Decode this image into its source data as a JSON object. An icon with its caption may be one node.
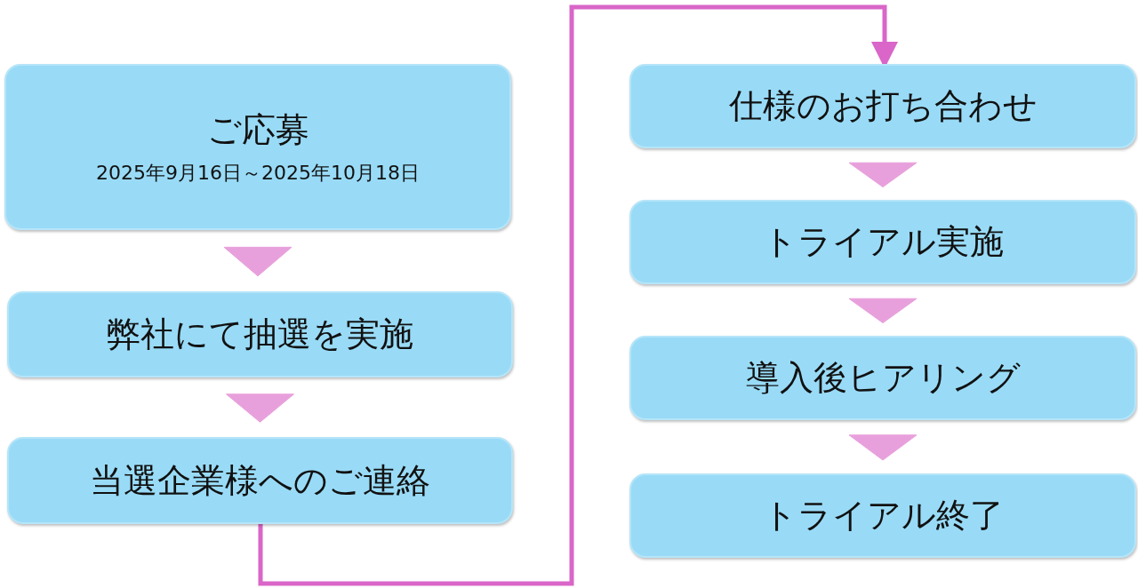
{
  "diagram": {
    "nodes": [
      {
        "text": [
          "ご応募",
          "2025年9月16日～2025年10月18日"
        ]
      },
      {
        "text": [
          "弊社にて抽選を実施"
        ]
      },
      {
        "text": [
          "当選企業様へのご連絡"
        ]
      },
      {
        "text": [
          "仕様のお打ち合わせ"
        ]
      },
      {
        "text": [
          "トライアル実施"
        ]
      },
      {
        "text": [
          "導入後ヒアリング"
        ]
      },
      {
        "text": [
          "トライアル終了"
        ]
      }
    ],
    "edges": [
      {
        "from": 0,
        "to": 1,
        "arrow": "to"
      },
      {
        "from": 1,
        "to": 2,
        "arrow": "to"
      },
      {
        "from": 2,
        "to": 3,
        "arrow": "to",
        "color": "#d966c8"
      },
      {
        "from": 3,
        "to": 4,
        "arrow": "to"
      },
      {
        "from": 4,
        "to": 5,
        "arrow": "to"
      },
      {
        "from": 5,
        "to": 6,
        "arrow": "to"
      }
    ]
  }
}
